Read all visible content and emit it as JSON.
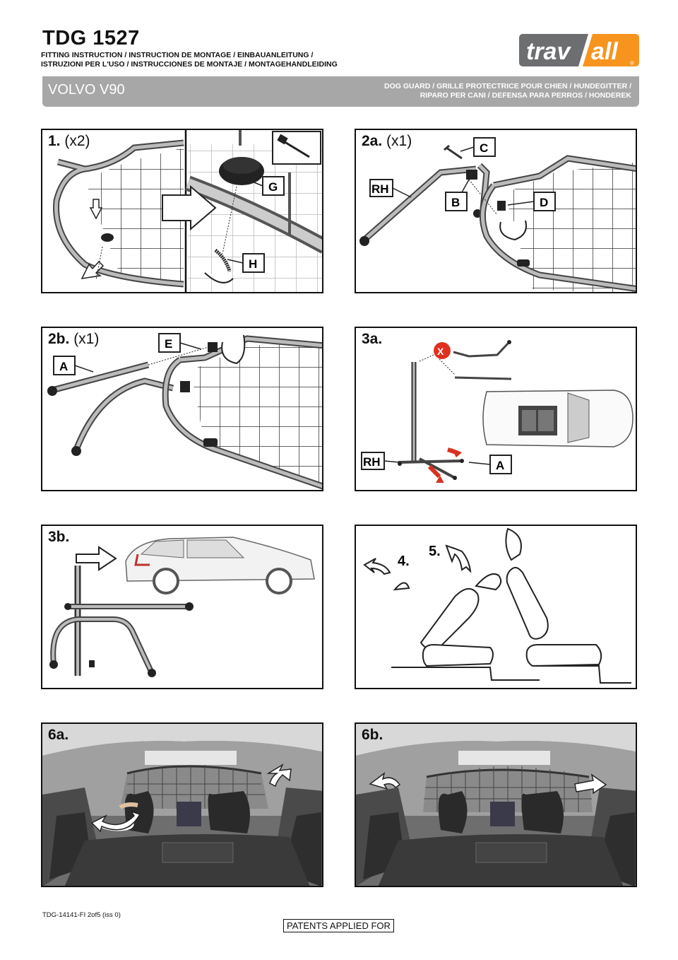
{
  "header": {
    "title": "TDG 1527",
    "subtitle_line1": "FITTING INSTRUCTION / INSTRUCTION DE MONTAGE / EINBAUANLEITUNG /",
    "subtitle_line2": "ISTRUZIONI PER L'USO / INSTRUCCIONES DE MONTAJE / MONTAGEHANDLEIDING",
    "vehicle": "VOLVO V90",
    "product_line1": "DOG GUARD / GRILLE PROTECTRICE POUR CHIEN / HUNDEGITTER /",
    "product_line2": "RIPARO PER CANI / DEFENSA PARA PERROS / HONDEREK"
  },
  "logo": {
    "part1": "trav",
    "part2": "all",
    "reg": "®",
    "color_dark": "#6d6e70",
    "color_accent": "#f7941d"
  },
  "steps": {
    "s1": {
      "num": "1.",
      "count": "(x2)",
      "callouts": [
        "G",
        "H"
      ]
    },
    "s2a": {
      "num": "2a.",
      "count": "(x1)",
      "callouts": [
        "C",
        "RH",
        "B",
        "D"
      ]
    },
    "s2b": {
      "num": "2b.",
      "count": "(x1)",
      "callouts": [
        "E",
        "A"
      ]
    },
    "s3a": {
      "num": "3a.",
      "callouts": [
        "X",
        "RH",
        "A"
      ]
    },
    "s3b": {
      "num": "3b."
    },
    "s45": {
      "step4": "4.",
      "step5": "5."
    },
    "s6a": {
      "num": "6a."
    },
    "s6b": {
      "num": "6b."
    }
  },
  "colors": {
    "warning_red": "#e0301e",
    "arrow_red": "#d6321e",
    "bar_gray": "#a7a7a7"
  },
  "footer": {
    "doc_ref": "TDG-14141-FI 2of5 (iss 0)",
    "patent": "PATENTS APPLIED FOR"
  }
}
